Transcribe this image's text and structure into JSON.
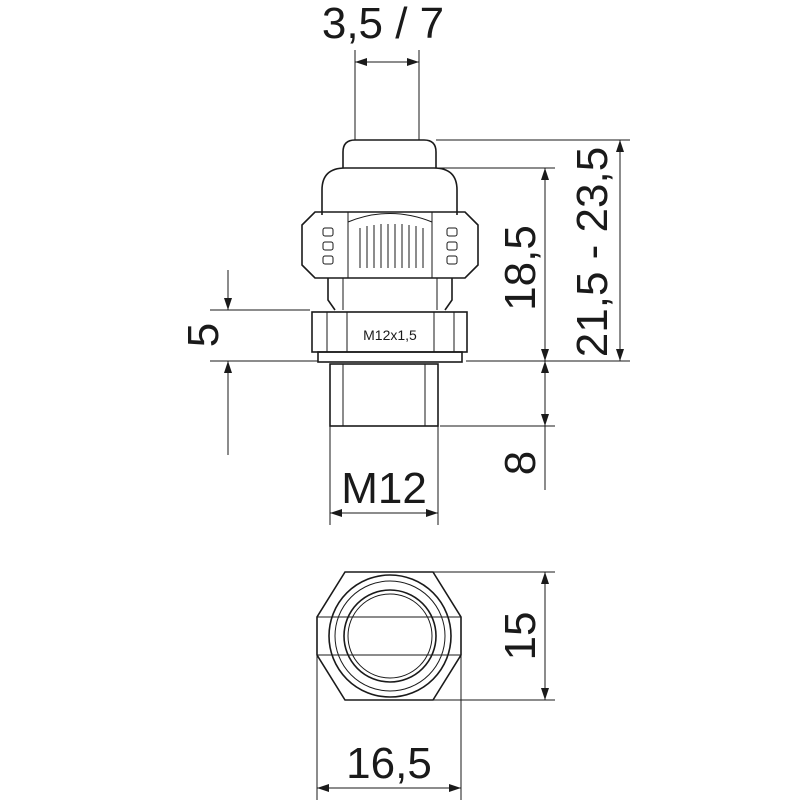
{
  "dimensions": {
    "cable_range": "3,5 / 7",
    "height_body": "18,5",
    "height_total": "21,5 - 23,5",
    "nut_height": "5",
    "thread_length": "8",
    "thread_size": "M12",
    "thread_label": "M12x1,5",
    "hex_width": "15",
    "hex_across_corners": "16,5"
  }
}
